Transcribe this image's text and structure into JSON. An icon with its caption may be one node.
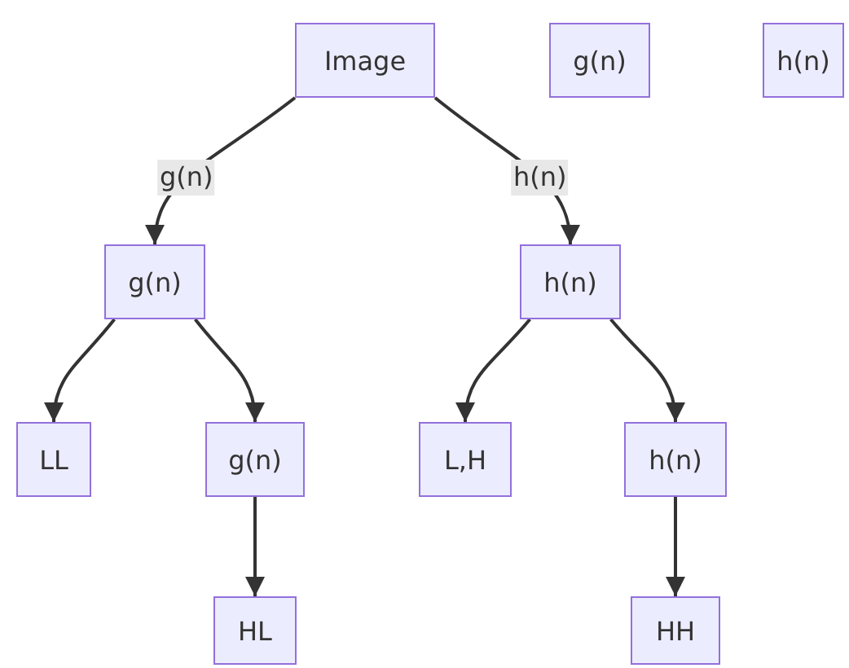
{
  "diagram": {
    "nodes": [
      {
        "text": [
          "Image"
        ]
      },
      {
        "text": [
          "g(n)"
        ]
      },
      {
        "text": [
          "h(n)"
        ]
      },
      {
        "text": [
          "g(n)"
        ]
      },
      {
        "text": [
          "h(n)"
        ]
      },
      {
        "text": [
          "LL"
        ]
      },
      {
        "text": [
          "g(n)"
        ]
      },
      {
        "text": [
          "L,H"
        ]
      },
      {
        "text": [
          "h(n)"
        ]
      },
      {
        "text": [
          "HL"
        ]
      },
      {
        "text": [
          "HH"
        ]
      }
    ],
    "edges": [
      {
        "from": 0,
        "to": 3,
        "arrow": "to",
        "label": "g(n)"
      },
      {
        "from": 0,
        "to": 4,
        "arrow": "to",
        "label": "h(n)"
      },
      {
        "from": 3,
        "to": 5,
        "arrow": "to"
      },
      {
        "from": 3,
        "to": 6,
        "arrow": "to"
      },
      {
        "from": 4,
        "to": 7,
        "arrow": "to"
      },
      {
        "from": 4,
        "to": 8,
        "arrow": "to"
      },
      {
        "from": 6,
        "to": 9,
        "arrow": "to"
      },
      {
        "from": 8,
        "to": 10,
        "arrow": "to"
      }
    ]
  }
}
